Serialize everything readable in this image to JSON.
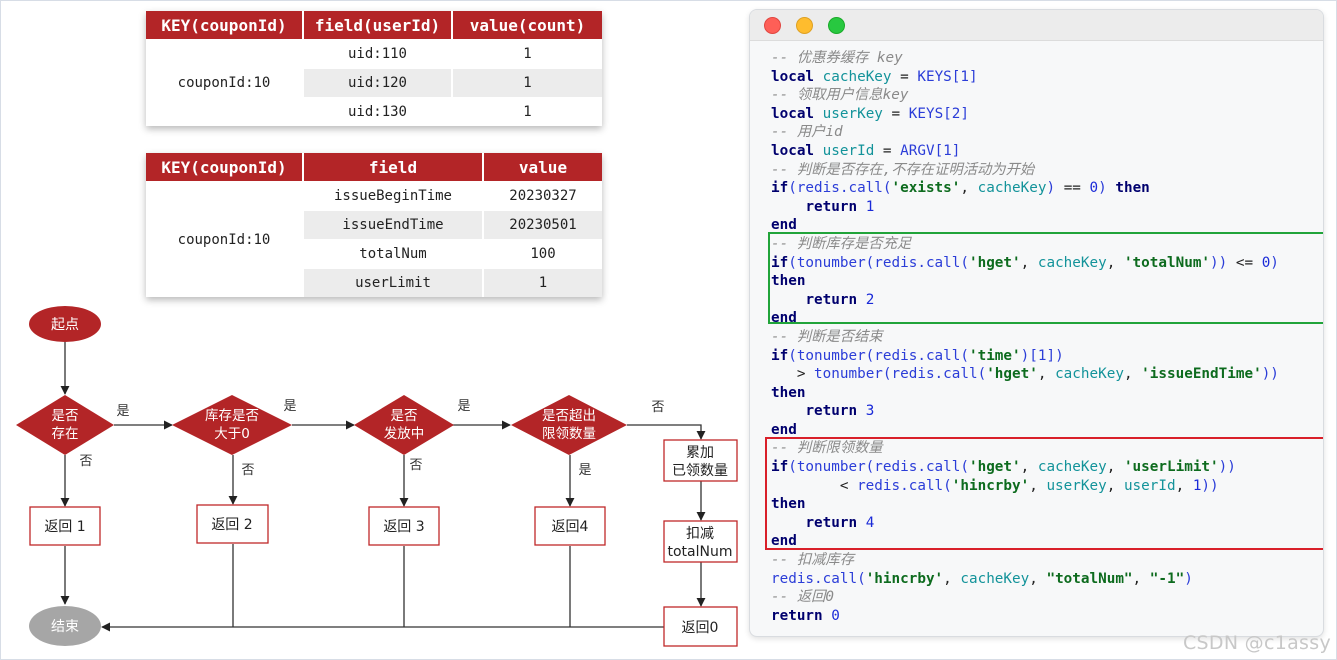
{
  "tables": [
    {
      "headers": [
        "KEY(couponId)",
        "field(userId)",
        "value(count)"
      ],
      "key": "couponId:10",
      "rows": [
        {
          "field": "uid:110",
          "value": "1"
        },
        {
          "field": "uid:120",
          "value": "1"
        },
        {
          "field": "uid:130",
          "value": "1"
        }
      ]
    },
    {
      "headers": [
        "KEY(couponId)",
        "field",
        "value"
      ],
      "key": "couponId:10",
      "rows": [
        {
          "field": "issueBeginTime",
          "value": "20230327"
        },
        {
          "field": "issueEndTime",
          "value": "20230501"
        },
        {
          "field": "totalNum",
          "value": "100"
        },
        {
          "field": "userLimit",
          "value": "1"
        }
      ]
    }
  ],
  "flow": {
    "start": "起点",
    "end": "结束",
    "decisions": [
      [
        "是否",
        "存在"
      ],
      [
        "库存是否",
        "大于0"
      ],
      [
        "是否",
        "发放中"
      ],
      [
        "是否超出",
        "限领数量"
      ]
    ],
    "returns": [
      "返回 1",
      "返回 2",
      "返回 3",
      "返回4",
      "返回0"
    ],
    "steps": [
      [
        "累加",
        "已领数量"
      ],
      [
        "扣减",
        "totalNum"
      ]
    ],
    "edge_labels": {
      "yes": "是",
      "no": "否"
    },
    "colors": {
      "decision": "#b32527",
      "terminal_start": "#b32527",
      "terminal_end": "#a6a6a6",
      "box_border": "#c0282a"
    }
  },
  "code": {
    "lines": [
      [
        [
          "cm",
          "-- 优惠券缓存 key"
        ]
      ],
      [
        [
          "kw",
          "local "
        ],
        [
          "var",
          "cacheKey"
        ],
        [
          "op",
          " = "
        ],
        [
          "fn",
          "KEYS[1]"
        ]
      ],
      [
        [
          "cm",
          "-- 领取用户信息key"
        ]
      ],
      [
        [
          "kw",
          "local "
        ],
        [
          "var",
          "userKey"
        ],
        [
          "op",
          " = "
        ],
        [
          "fn",
          "KEYS[2]"
        ]
      ],
      [
        [
          "cm",
          "-- 用户id"
        ]
      ],
      [
        [
          "kw",
          "local "
        ],
        [
          "var",
          "userId"
        ],
        [
          "op",
          " = "
        ],
        [
          "fn",
          "ARGV[1]"
        ]
      ],
      [
        [
          "cm",
          "-- 判断是否存在,不存在证明活动为开始"
        ]
      ],
      [
        [
          "kw",
          "if"
        ],
        [
          "fn",
          "(redis.call("
        ],
        [
          "str",
          "'exists'"
        ],
        [
          "op",
          ", "
        ],
        [
          "var",
          "cacheKey"
        ],
        [
          "fn",
          ")"
        ],
        [
          "op",
          " == "
        ],
        [
          "num",
          "0"
        ],
        [
          "fn",
          ") "
        ],
        [
          "kw",
          "then"
        ]
      ],
      [
        [
          "fn",
          "    "
        ],
        [
          "kw",
          "return "
        ],
        [
          "num",
          "1"
        ]
      ],
      [
        [
          "kw",
          "end"
        ]
      ],
      [
        [
          "cm",
          "-- 判断库存是否充足"
        ]
      ],
      [
        [
          "kw",
          "if"
        ],
        [
          "fn",
          "(tonumber(redis.call("
        ],
        [
          "str",
          "'hget'"
        ],
        [
          "op",
          ", "
        ],
        [
          "var",
          "cacheKey"
        ],
        [
          "op",
          ", "
        ],
        [
          "str",
          "'totalNum'"
        ],
        [
          "fn",
          "))"
        ],
        [
          "op",
          " <= "
        ],
        [
          "num",
          "0"
        ],
        [
          "fn",
          ")"
        ]
      ],
      [
        [
          "kw",
          "then"
        ]
      ],
      [
        [
          "fn",
          "    "
        ],
        [
          "kw",
          "return "
        ],
        [
          "num",
          "2"
        ]
      ],
      [
        [
          "kw",
          "end"
        ]
      ],
      [
        [
          "cm",
          "-- 判断是否结束"
        ]
      ],
      [
        [
          "kw",
          "if"
        ],
        [
          "fn",
          "(tonumber(redis.call("
        ],
        [
          "str",
          "'time'"
        ],
        [
          "fn",
          ")[1])"
        ]
      ],
      [
        [
          "op",
          "   > "
        ],
        [
          "fn",
          "tonumber(redis.call("
        ],
        [
          "str",
          "'hget'"
        ],
        [
          "op",
          ", "
        ],
        [
          "var",
          "cacheKey"
        ],
        [
          "op",
          ", "
        ],
        [
          "str",
          "'issueEndTime'"
        ],
        [
          "fn",
          "))"
        ]
      ],
      [
        [
          "kw",
          "then"
        ]
      ],
      [
        [
          "fn",
          "    "
        ],
        [
          "kw",
          "return "
        ],
        [
          "num",
          "3"
        ]
      ],
      [
        [
          "kw",
          "end"
        ]
      ],
      [
        [
          "cm",
          "-- 判断限领数量"
        ]
      ],
      [
        [
          "kw",
          "if"
        ],
        [
          "fn",
          "(tonumber(redis.call("
        ],
        [
          "str",
          "'hget'"
        ],
        [
          "op",
          ", "
        ],
        [
          "var",
          "cacheKey"
        ],
        [
          "op",
          ", "
        ],
        [
          "str",
          "'userLimit'"
        ],
        [
          "fn",
          "))"
        ]
      ],
      [
        [
          "op",
          "        < "
        ],
        [
          "fn",
          "redis.call("
        ],
        [
          "str",
          "'hincrby'"
        ],
        [
          "op",
          ", "
        ],
        [
          "var",
          "userKey"
        ],
        [
          "op",
          ", "
        ],
        [
          "var",
          "userId"
        ],
        [
          "op",
          ", "
        ],
        [
          "num",
          "1"
        ],
        [
          "fn",
          "))"
        ]
      ],
      [
        [
          "kw",
          "then"
        ]
      ],
      [
        [
          "fn",
          "    "
        ],
        [
          "kw",
          "return "
        ],
        [
          "num",
          "4"
        ]
      ],
      [
        [
          "kw",
          "end"
        ]
      ],
      [
        [
          "cm",
          "-- 扣减库存"
        ]
      ],
      [
        [
          "fn",
          "redis.call("
        ],
        [
          "str",
          "'hincrby'"
        ],
        [
          "op",
          ", "
        ],
        [
          "var",
          "cacheKey"
        ],
        [
          "op",
          ", "
        ],
        [
          "str",
          "\"totalNum\""
        ],
        [
          "op",
          ", "
        ],
        [
          "str",
          "\"-1\""
        ],
        [
          "fn",
          ")"
        ]
      ],
      [
        [
          "cm",
          "-- 返回0"
        ]
      ],
      [
        [
          "kw",
          "return "
        ],
        [
          "num",
          "0"
        ]
      ]
    ]
  },
  "watermark": "CSDN @c1assy"
}
